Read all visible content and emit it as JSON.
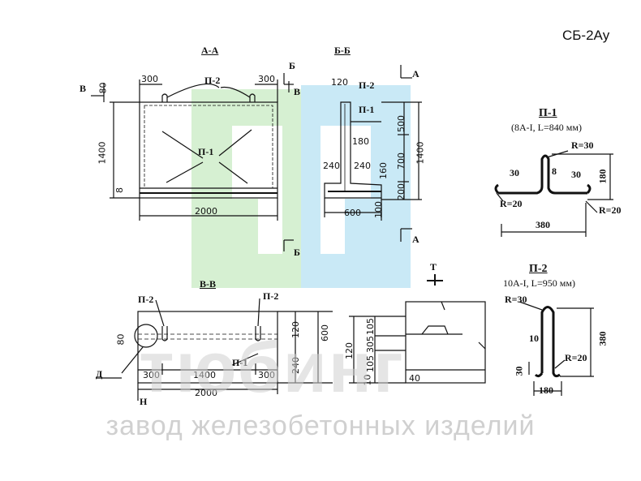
{
  "drawing": {
    "code": "СБ-2Ау",
    "sections": {
      "aa": "А-А",
      "bb": "Б-Б",
      "vv": "В-В"
    },
    "markers": {
      "b": "Б",
      "v": "В",
      "a": "А",
      "d": "Д",
      "h": "Н",
      "t": "Т"
    },
    "parts": {
      "p1": "П-1",
      "p2": "П-2"
    },
    "p1_detail": {
      "title": "П-1",
      "spec": "(8А-I, L=840 мм)",
      "r30": "R=30",
      "r20a": "R=20",
      "r20b": "R=20",
      "d30a": "30",
      "d30b": "30",
      "d8": "8",
      "d180": "180",
      "d380": "380"
    },
    "p2_detail": {
      "title": "П-2",
      "spec": "10А-I, L=950 мм)",
      "r30": "R=30",
      "r20": "R=20",
      "d10": "10",
      "d30": "30",
      "d380": "380",
      "d180": "180"
    },
    "dims": {
      "d80": "80",
      "d300": "300",
      "d1400": "1400",
      "d2000": "2000",
      "d8": "8",
      "d120": "120",
      "d500": "500",
      "d700": "700",
      "d180": "180",
      "d240": "240",
      "d160": "160",
      "d200": "200",
      "d600": "600",
      "d100": "100",
      "d105": "105",
      "d305": "305",
      "d10": "10",
      "d40": "40",
      "d180v": "180"
    }
  },
  "watermark": {
    "brand": "тюбинг",
    "tagline": "завод железобетонных изделий"
  },
  "colors": {
    "green": "#d6f0d2",
    "blue": "#c9e9f6",
    "line": "#111111",
    "watermark": "#cfcfcf"
  }
}
